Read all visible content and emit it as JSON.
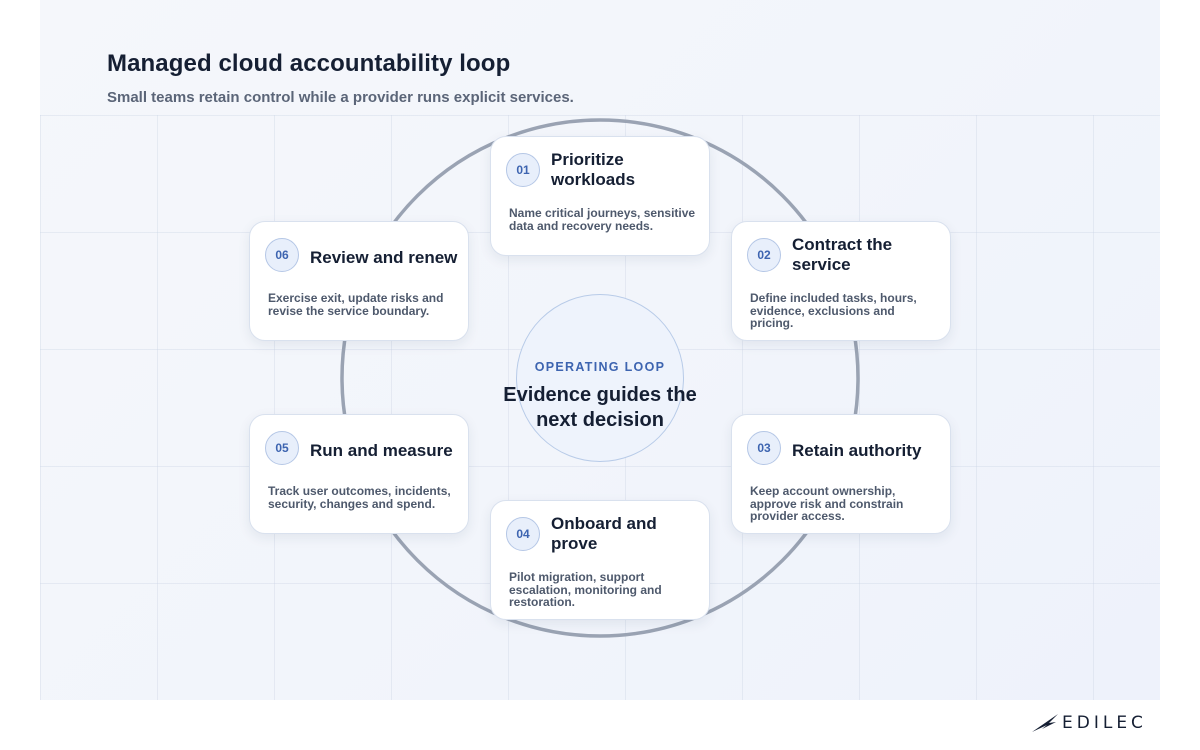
{
  "header": {
    "title": "Managed cloud accountability loop",
    "subtitle": "Small teams retain control while a provider runs explicit services."
  },
  "center": {
    "label": "OPERATING LOOP",
    "text": "Evidence guides the next decision"
  },
  "steps": [
    {
      "number": "01",
      "title": "Prioritize workloads",
      "description": "Name critical journeys, sensitive data and recovery needs."
    },
    {
      "number": "02",
      "title": "Contract the service",
      "description": "Define included tasks, hours, evidence, exclusions and pricing."
    },
    {
      "number": "03",
      "title": "Retain authority",
      "description": "Keep account ownership, approve risk and constrain provider access."
    },
    {
      "number": "04",
      "title": "Onboard and prove",
      "description": "Pilot migration, support escalation, monitoring and restoration."
    },
    {
      "number": "05",
      "title": "Run and measure",
      "description": "Track user outcomes, incidents, security, changes and spend."
    },
    {
      "number": "06",
      "title": "Review and renew",
      "description": "Exercise exit, update risks and revise the service boundary."
    }
  ],
  "brand": {
    "name": "EDILEC"
  },
  "colors": {
    "accent": "#3d64b0",
    "ring": "#9aa3b3",
    "text": "#151f33"
  }
}
